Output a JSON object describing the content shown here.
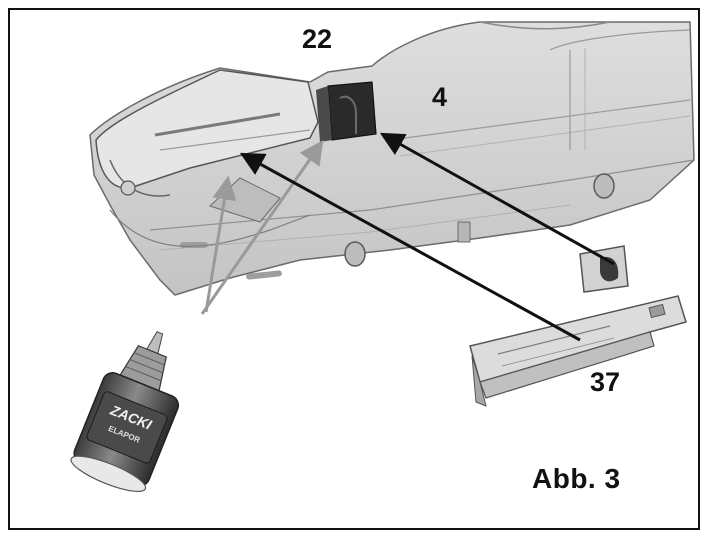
{
  "labels": {
    "part_22": "22",
    "part_4": "4",
    "part_37": "37",
    "figure": "Abb.  3"
  },
  "bottle": {
    "brand": "ZACKI",
    "line2": "ELAPOR"
  },
  "colors": {
    "frame": "#111111",
    "part_fill": "#d4d4d4",
    "part_shadow": "#a9a9a9",
    "part_dark": "#2a2a2a",
    "arrow_black": "#111111",
    "arrow_gray": "#9a9a9a"
  }
}
